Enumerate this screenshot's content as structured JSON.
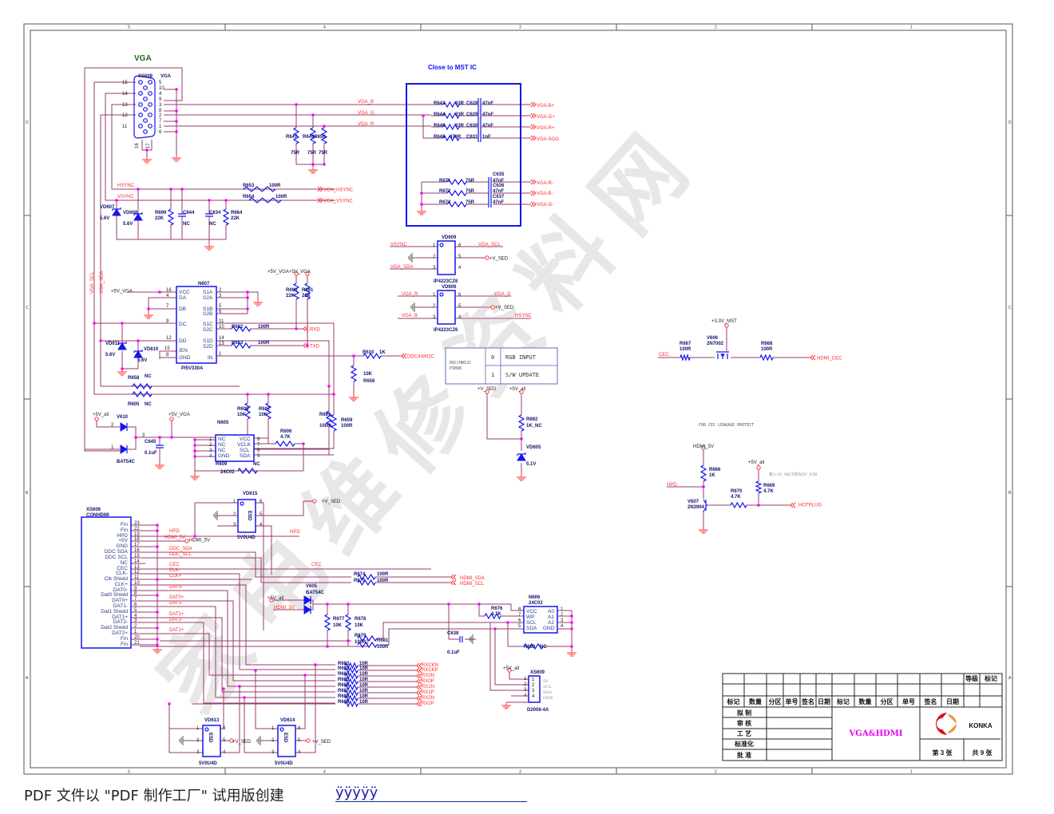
{
  "frame": {
    "col_markers": [
      "5",
      "4",
      "3",
      "2",
      "1"
    ],
    "row_markers": [
      "D",
      "C",
      "B",
      "A"
    ]
  },
  "watermark": "家电维修资料网",
  "vga": [
    "VGA",
    "XS608",
    "VGA",
    "15",
    "14",
    "13",
    "12",
    "11",
    "5",
    "10",
    "4",
    "9",
    "3",
    "8",
    "2",
    "7",
    "1",
    "6",
    "16",
    "17",
    "VGA_B",
    "VGA_G",
    "VGA_R",
    "R647",
    "R649R650",
    "75R",
    "75R",
    "75R",
    "HSYNC",
    "VSYNC",
    "R653",
    "100R",
    "VGA_HSYNC",
    "R654",
    "100R",
    "VGA_VSYNC",
    "VD607",
    "5.6V",
    "VD608",
    "5.6V",
    "R699",
    "22K",
    "C644",
    "NC",
    "C634",
    "NC",
    "R664",
    "22K"
  ],
  "mst": [
    "Close to MST IC",
    "R642",
    "33R",
    "C628",
    "47nF",
    "VGA-B+",
    "R644",
    "33R",
    "C629",
    "47nF",
    "VGA-G+",
    "R646",
    "33R",
    "C630",
    "47nF",
    "VGA-R+",
    "R648",
    "470R",
    "C631",
    "1nF",
    "VGA-SOG",
    "C635",
    "R671",
    "75R",
    "47nF",
    "VGA-R-",
    "C636",
    "R672",
    "75R",
    "47nF",
    "VGA-B-",
    "C637",
    "R673",
    "75R",
    "47nF",
    "VGA-G-"
  ],
  "esd_vga": [
    "VD609",
    "VSYNC",
    "VGA_SCL",
    "1",
    "2",
    "3",
    "6",
    "5",
    "4",
    "+V_SED",
    "VGA_SDA",
    "IP4223CZ6",
    "VD606",
    "VGA_R",
    "VGA_G",
    "1",
    "2",
    "3",
    "6",
    "5",
    "4",
    "+V_SED",
    "VGA_B",
    "HSYNC",
    "IP4223CZ6"
  ],
  "n607": [
    "N607",
    "+5V_VGA",
    "16",
    "4",
    "7",
    "9",
    "12",
    "15",
    "8",
    "VCC",
    "DA",
    "DB",
    "DC",
    "DD",
    "/EN",
    "GND",
    "S1A",
    "S2A",
    "S1B",
    "S2B",
    "S1C",
    "S2C",
    "S1D",
    "S2D",
    "IN",
    "2",
    "3",
    "5",
    "6",
    "11",
    "10",
    "14",
    "13",
    "1",
    "PI5V330A",
    "+5V_VGA",
    "+5V_VGA",
    "R690",
    "22K",
    "R691",
    "22K",
    "R662",
    "100R",
    "RXD",
    "R663",
    "100R",
    "TXD",
    "VD611",
    "5.6V",
    "VD610",
    "5.6V",
    "VGA_SCL",
    "VGA_SDA",
    "R658",
    "NC",
    "R605",
    "NC"
  ],
  "ddc": [
    "R610",
    "1K",
    "DDC/HWI2C",
    "10K",
    "R656",
    "DDC/HWI2C",
    "PIN98",
    "0",
    "RGB INPUT",
    "1",
    "S/W UPDATE",
    "+V_SED",
    "+5V_all",
    "R692",
    "1K_NC",
    "VD605",
    "5.1V"
  ],
  "n605": [
    "R608",
    "10K",
    "R607",
    "10K",
    "R661",
    "100R",
    "R659",
    "100R",
    "+5V_all",
    "V610",
    "2",
    "1",
    "3",
    "BAT54C",
    "+5V_VGA",
    "N605",
    "C645",
    "0.1uF",
    "R606",
    "4.7K",
    "1",
    "2",
    "3",
    "4",
    "NC",
    "NC",
    "NC",
    "GND",
    "VCC",
    "VCLK",
    "SCL",
    "SDA",
    "8",
    "7",
    "6",
    "5",
    "R609",
    "NC",
    "24C02"
  ],
  "hdmi_conn": {
    "ref": [
      "XS606",
      "CONHDMI"
    ],
    "pin_names": [
      "Fin",
      "Fin",
      "HPD",
      "+5V",
      "GND",
      "DDC SDA",
      "DDC SCL",
      "NC",
      "CEC",
      "CLK-",
      "Clk Shield",
      "CLK+",
      "DAT0-",
      "Dat0 Shield",
      "DAT0+",
      "DAT1-",
      "Dat1 Shield",
      "DAT1+",
      "DAT2-",
      "Dat2 Shield",
      "DAT2+",
      "Fin",
      "Fin"
    ],
    "pin_numbers": [
      "23",
      "22",
      "19",
      "18",
      "17",
      "16",
      "15",
      "14",
      "13",
      "12",
      "11",
      "10",
      "9",
      "8",
      "7",
      "6",
      "5",
      "4",
      "3",
      "2",
      "1",
      "20",
      "21"
    ],
    "nets": [
      "HPD",
      "HDMI_5V",
      "DDC_SDA",
      "DDC_SCL",
      "CEC",
      "CLK-",
      "CLK+",
      "DAT0-",
      "DAT0+",
      "DAT1-",
      "DAT1+",
      "DAT2-",
      "DAT2+"
    ],
    "other": [
      "HDMI_5V",
      "VD615",
      "+V_SED",
      "5V0U4D",
      "1",
      "2",
      "3",
      "6",
      "5",
      "4",
      "ESD",
      "HPD",
      "CEC"
    ]
  },
  "edid": [
    "R674",
    "100R",
    "R675",
    "100R",
    "HDMI_SDA",
    "HDMI_SCL",
    "V605",
    "BAT54C",
    "+5V_all",
    "HDMI_5V",
    "R677",
    "10K",
    "R678",
    "10K",
    "R679",
    "100R",
    "R681",
    "100R",
    "C638",
    "0.1uF",
    "N606",
    "24C02",
    "VCC",
    "WP",
    "SCL",
    "SDA",
    "A0",
    "A1",
    "A2",
    "GND",
    "8",
    "7",
    "6",
    "5",
    "1",
    "2",
    "3",
    "4",
    "R676",
    "4.7K",
    "R680",
    "NC"
  ],
  "rx": {
    "resistors": [
      "R682",
      "R683",
      "R684",
      "R685",
      "R686",
      "R687",
      "R688",
      "R689"
    ],
    "value": "10R",
    "nets": [
      "RXCKN",
      "RXCKP",
      "RX0N",
      "RX0P",
      "RX1N",
      "RX1P",
      "RX2N",
      "RX2P"
    ],
    "xs609": [
      "+5V_all",
      "XS609",
      "1",
      "2",
      "3",
      "4",
      "1",
      "2",
      "3",
      "4",
      "5V",
      "SCL",
      "SDA",
      "GND",
      "D2006-4A"
    ],
    "esd": [
      "VD613",
      "5V0U4D",
      "+V_SED",
      "1",
      "2",
      "3",
      "6",
      "5",
      "4",
      "ESD",
      "VD614",
      "5V0U4D",
      "+V_SED",
      "1",
      "2",
      "3",
      "6",
      "5",
      "4",
      "ESD"
    ]
  },
  "cec": [
    "+3.3V_MST",
    "V606",
    "2N7002",
    "R667",
    "100R",
    "CEC",
    "R668",
    "100R",
    "HDMI_CEC",
    "FOR CEC LEAKAGE PROTECT",
    "HDMI_5V",
    "R666",
    "1K",
    "+5V_all",
    "有3.3V_MST改为5V_STB",
    "HPD",
    "R669",
    "4.7K",
    "R670",
    "4.7K",
    "V607",
    "2N3904",
    "HOTPLUG"
  ],
  "title_block": {
    "grade_label": "等级",
    "mark_label": "标记",
    "headers": [
      "标记",
      "数量",
      "分区",
      "单号",
      "签名",
      "日期",
      "标记",
      "数量",
      "分区",
      "单号",
      "签名",
      "日期"
    ],
    "roles": [
      "拟 制",
      "审 核",
      "工 艺",
      "标准化",
      "批 准"
    ],
    "drawing_title": "VGA&HDMI",
    "company": "KONKA",
    "sheet": "第 3 张",
    "total": "共 9 张"
  },
  "colors": {
    "wire": "#9a3b6e",
    "component": "#1515ee",
    "net_label": "#ff2a2a",
    "junction": "#ff00ff",
    "brand_red": "#e01010",
    "brand_orange": "#e0a040"
  },
  "footer": {
    "text": "PDF 文件以 \"PDF 制作工厂\" 试用版创建",
    "mark": "ÿÿÿÿÿ"
  }
}
